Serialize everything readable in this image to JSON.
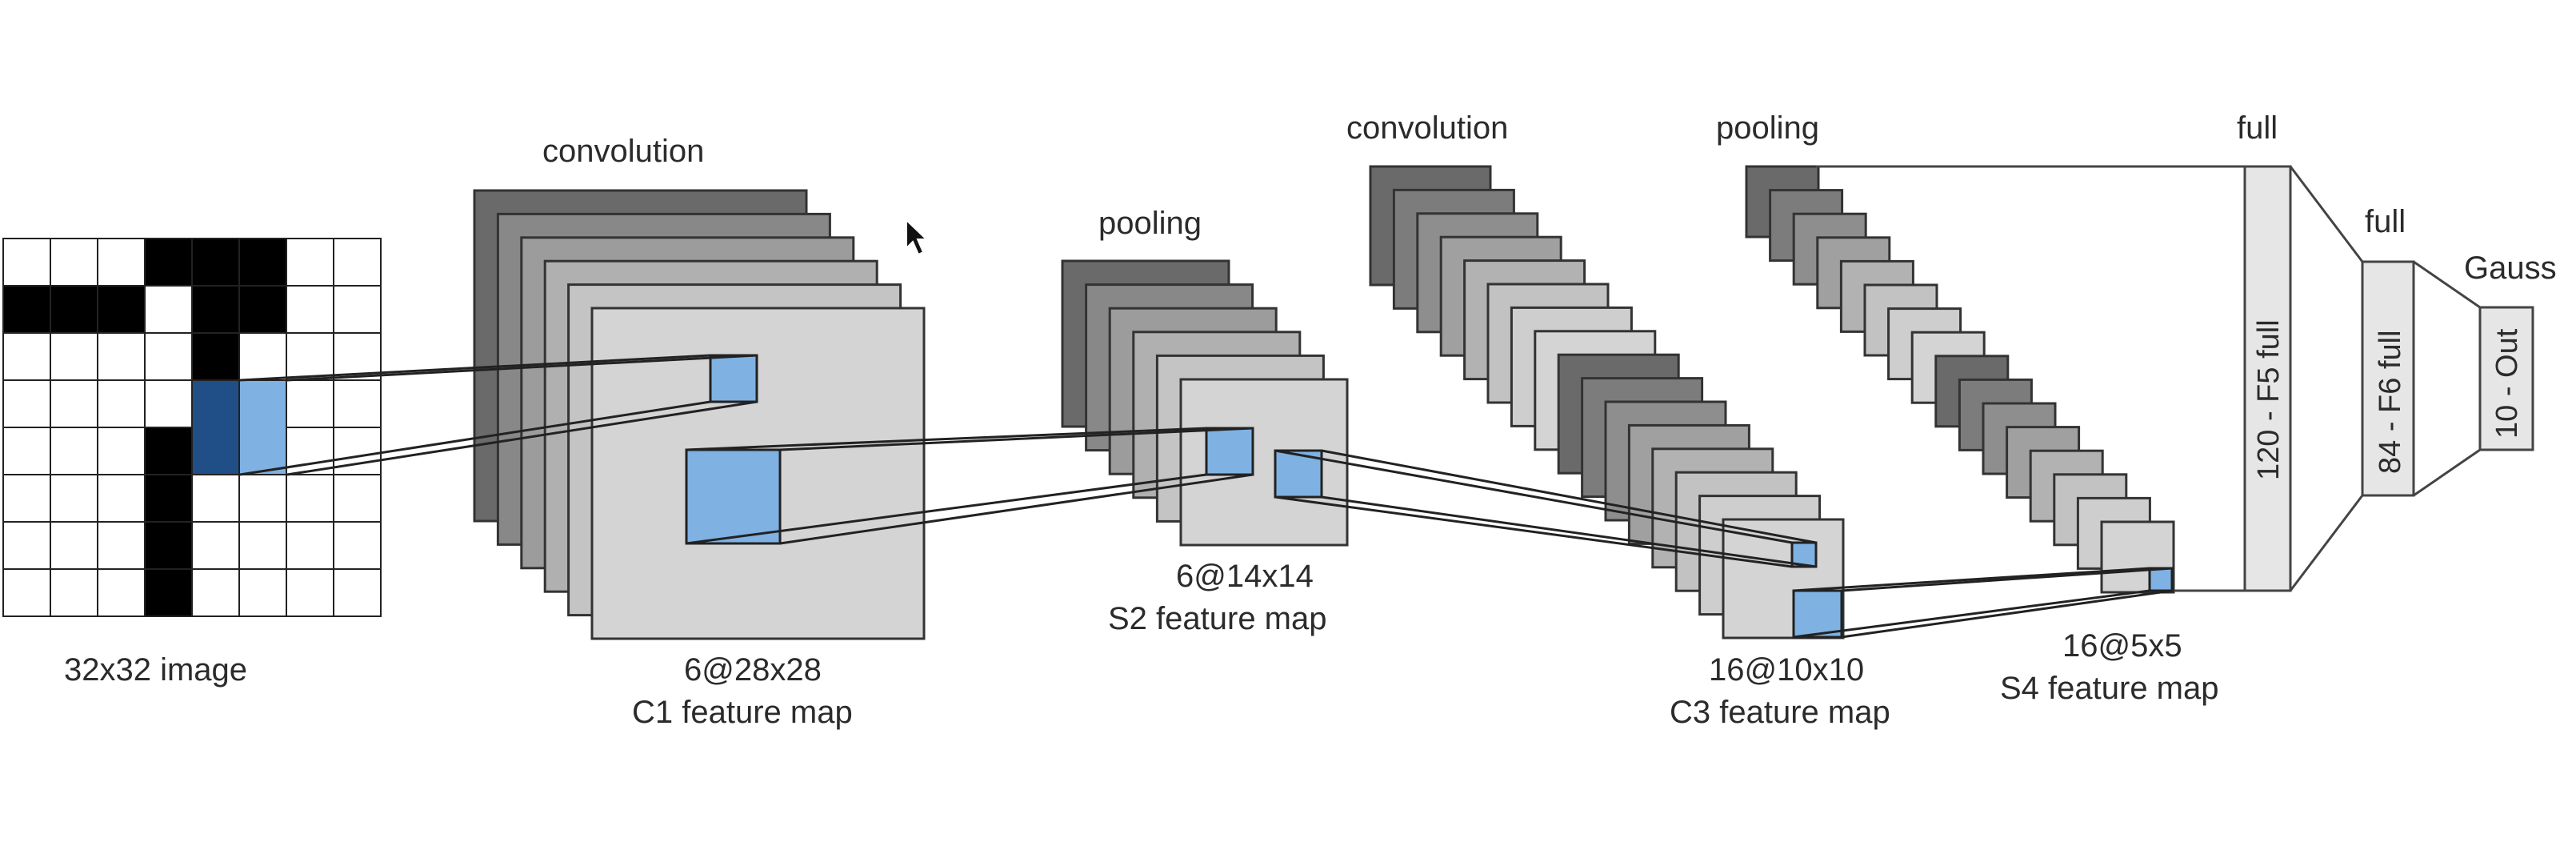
{
  "input": {
    "label": "32x32 image"
  },
  "c1": {
    "op": "convolution",
    "size": "6@28x28",
    "name": "C1 feature map"
  },
  "s2": {
    "op": "pooling",
    "size": "6@14x14",
    "name": "S2 feature map"
  },
  "c3": {
    "op": "convolution",
    "size": "16@10x10",
    "name": "C3 feature map"
  },
  "s4": {
    "op": "pooling",
    "size": "16@5x5",
    "name": "S4 feature map"
  },
  "f5": {
    "op": "full",
    "name": "120 - F5 full"
  },
  "f6": {
    "op": "full",
    "name": "84 - F6 full"
  },
  "out": {
    "op": "Gauss",
    "name": "10 - Out"
  },
  "colors": {
    "highlight": "#7fb1e3",
    "highlight_dark": "#1f4f86",
    "map_front": "#d4d4d4",
    "map_back": "#6a6a6a",
    "grid_black": "#000000"
  },
  "icons": [
    "mouse-cursor-icon"
  ]
}
